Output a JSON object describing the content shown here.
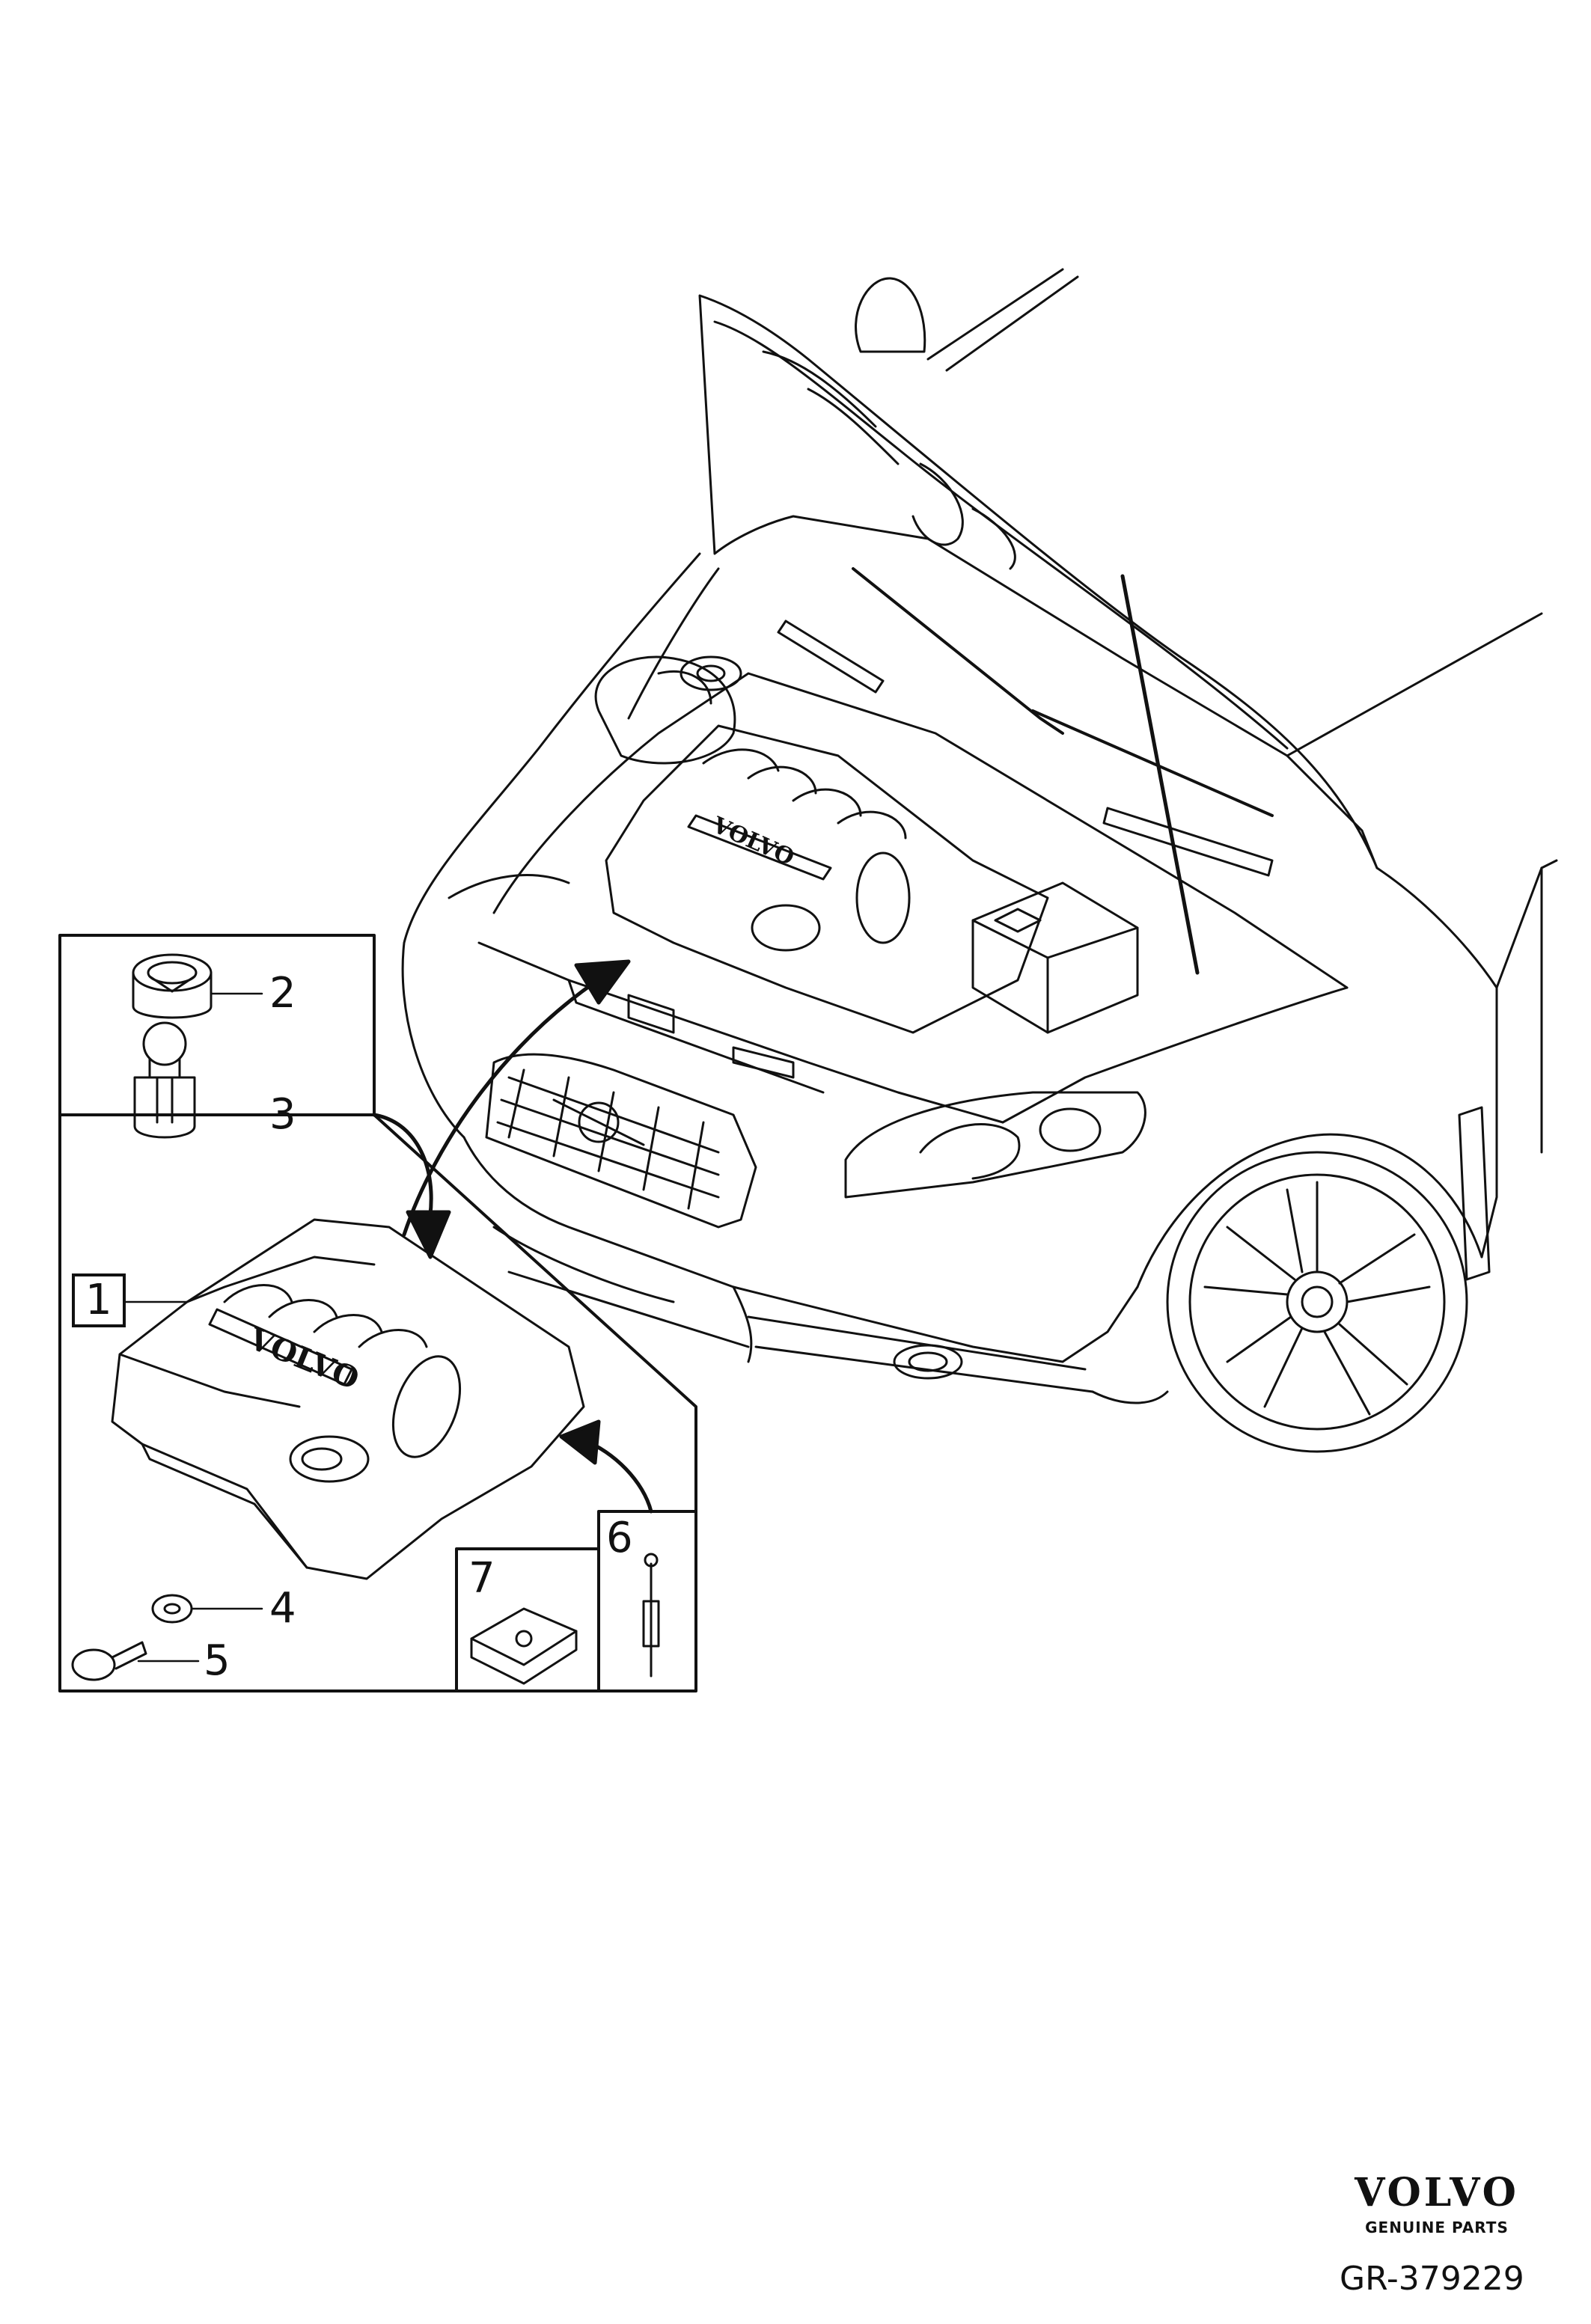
{
  "diagram": {
    "callouts": [
      {
        "id": "1",
        "label": "1",
        "boxed": true
      },
      {
        "id": "2",
        "label": "2"
      },
      {
        "id": "3",
        "label": "3"
      },
      {
        "id": "4",
        "label": "4"
      },
      {
        "id": "5",
        "label": "5"
      },
      {
        "id": "6",
        "label": "6"
      },
      {
        "id": "7",
        "label": "7"
      }
    ],
    "engine_cover_logo": "VOLVO",
    "brand": {
      "name": "VOLVO",
      "subtitle": "GENUINE PARTS"
    },
    "reference": "GR-379229"
  },
  "colors": {
    "line": "#111111",
    "background": "#ffffff"
  }
}
